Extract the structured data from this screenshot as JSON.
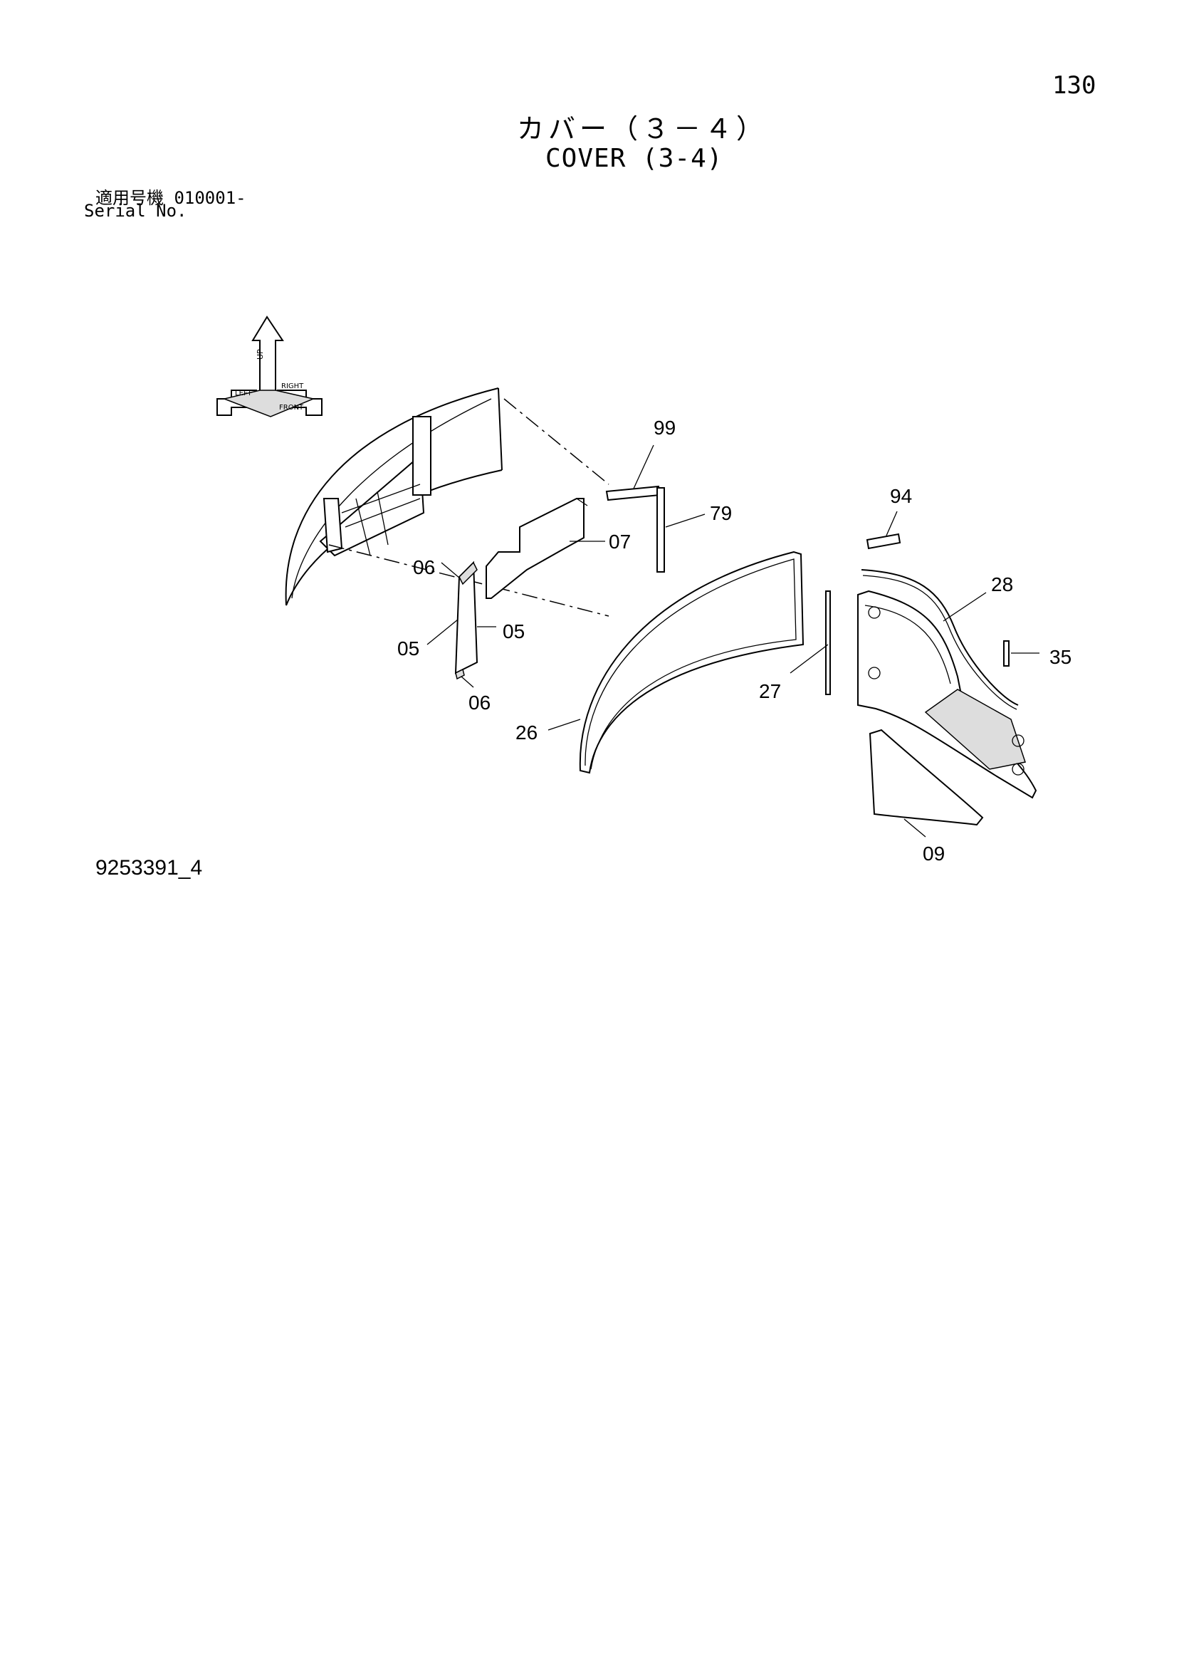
{
  "page_number": "130",
  "title_jp": "カバー（３－４）",
  "title_en": "COVER (3-4)",
  "serial_label_jp": "適用号機  010001-",
  "serial_label_en": "Serial No.",
  "drawing_id": "9253391_4",
  "callouts": {
    "c99": "99",
    "c79": "79",
    "c07": "07",
    "c06a": "06",
    "c05a": "05",
    "c05b": "05",
    "c06b": "06",
    "c26": "26",
    "c94": "94",
    "c28": "28",
    "c35": "35",
    "c27": "27",
    "c09": "09"
  },
  "orientation_icon_labels": {
    "up": "UP",
    "left": "LEFT",
    "right": "RIGHT",
    "front": "FRONT"
  }
}
